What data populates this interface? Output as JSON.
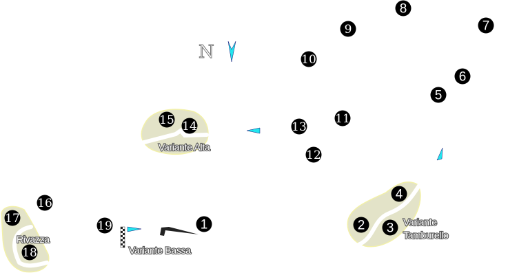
{
  "compass": {
    "label": "N"
  },
  "turns": [
    "1",
    "2",
    "3",
    "4",
    "5",
    "6",
    "7",
    "8",
    "9",
    "10",
    "11",
    "12",
    "13",
    "14",
    "15",
    "16",
    "17",
    "18",
    "19"
  ],
  "corners": {
    "variante_alta": "Variante Alta",
    "variante_bassa": "Variante Bassa",
    "rivazza": "Rivazza",
    "variante_tamburello_1": "Variante",
    "variante_tamburello_2": "Tamburello"
  },
  "colors": {
    "arrow": "#22e6ee",
    "zone": "#e3e3c8",
    "turn_marker": "#000000"
  }
}
